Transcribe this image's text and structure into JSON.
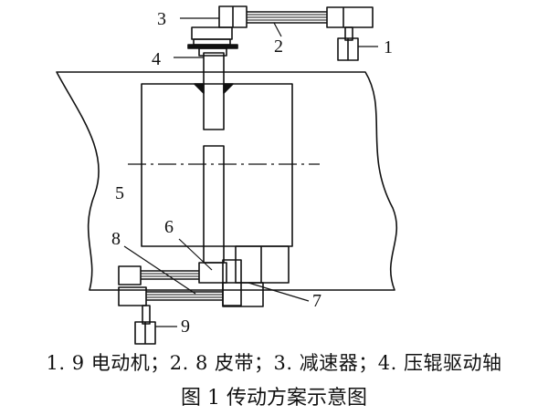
{
  "labels": {
    "n1": "1",
    "n2": "2",
    "n3": "3",
    "n4": "4",
    "n5": "5",
    "n6": "6",
    "n7": "7",
    "n8": "8",
    "n9": "9"
  },
  "caption": {
    "legend": "1. 9 电动机；2. 8 皮带；3. 减速器；4. 压辊驱动轴",
    "title": "图 1 传动方案示意图"
  },
  "colors": {
    "ink": "#111111",
    "background": "#ffffff"
  }
}
